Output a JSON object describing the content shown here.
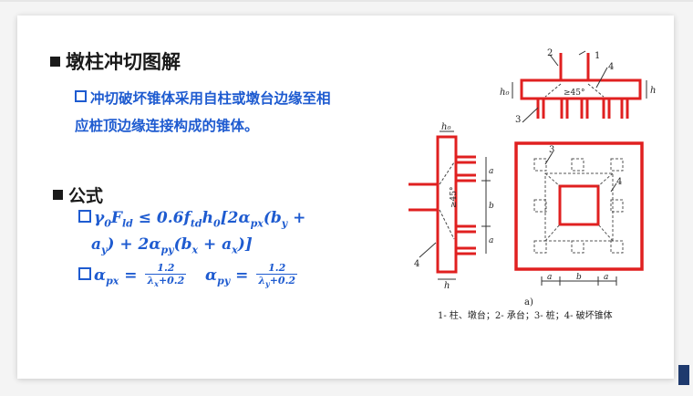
{
  "slide": {
    "title": "墩柱冲切图解",
    "description_line1": "冲切破坏锥体采用自柱或墩台边缘至相",
    "description_line2": "应桩顶边缘连接构成的锥体。",
    "formula_heading": "公式",
    "formula1_line1": "γ₀F_ld ≤ 0.6f_td h₀[2α_px(b_y +",
    "formula1_line2": "a_y) + 2α_py(b_x + a_x)]",
    "formula2": "α_px = 1.2/(λ_x+0.2)   α_py = 1.2/(λ_y+0.2)"
  },
  "figure": {
    "label_a": "a)",
    "caption": "1- 柱、墩台；2- 承台；3- 桩；4- 破坏锥体",
    "callouts": [
      "1",
      "2",
      "3",
      "4",
      "3",
      "4",
      "4"
    ],
    "angle_label": "≥45°",
    "dims": {
      "h0": "h₀",
      "h": "h",
      "ax": "a",
      "bx": "b",
      "ay": "a",
      "by": "b"
    }
  },
  "colors": {
    "accent_blue": "#1e5bd0",
    "structure_red": "#e02020",
    "corner_navy": "#1f3a6e"
  }
}
